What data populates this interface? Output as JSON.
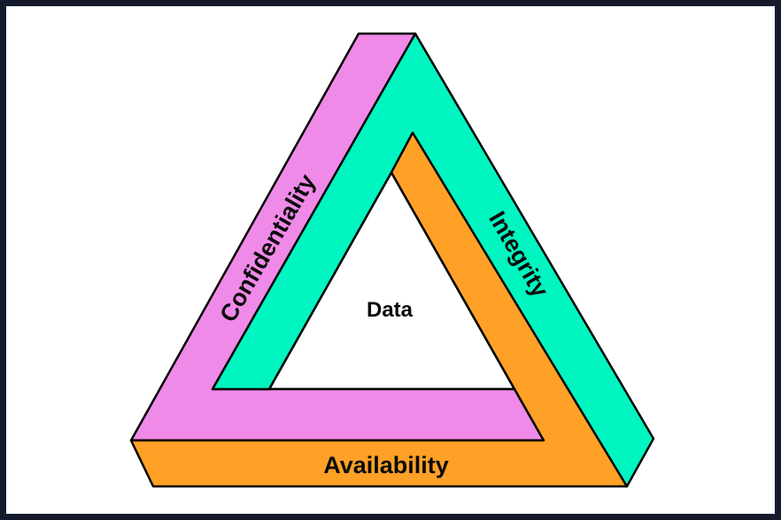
{
  "diagram": {
    "center_label": "Data",
    "sides": [
      {
        "name": "confidentiality",
        "label": "Confidentiality",
        "color": "#f08ae8"
      },
      {
        "name": "integrity",
        "label": "Integrity",
        "color": "#00f5c0"
      },
      {
        "name": "availability",
        "label": "Availability",
        "color": "#ffa126"
      }
    ],
    "outline_color": "#000000",
    "frame_color": "#141a2c"
  }
}
